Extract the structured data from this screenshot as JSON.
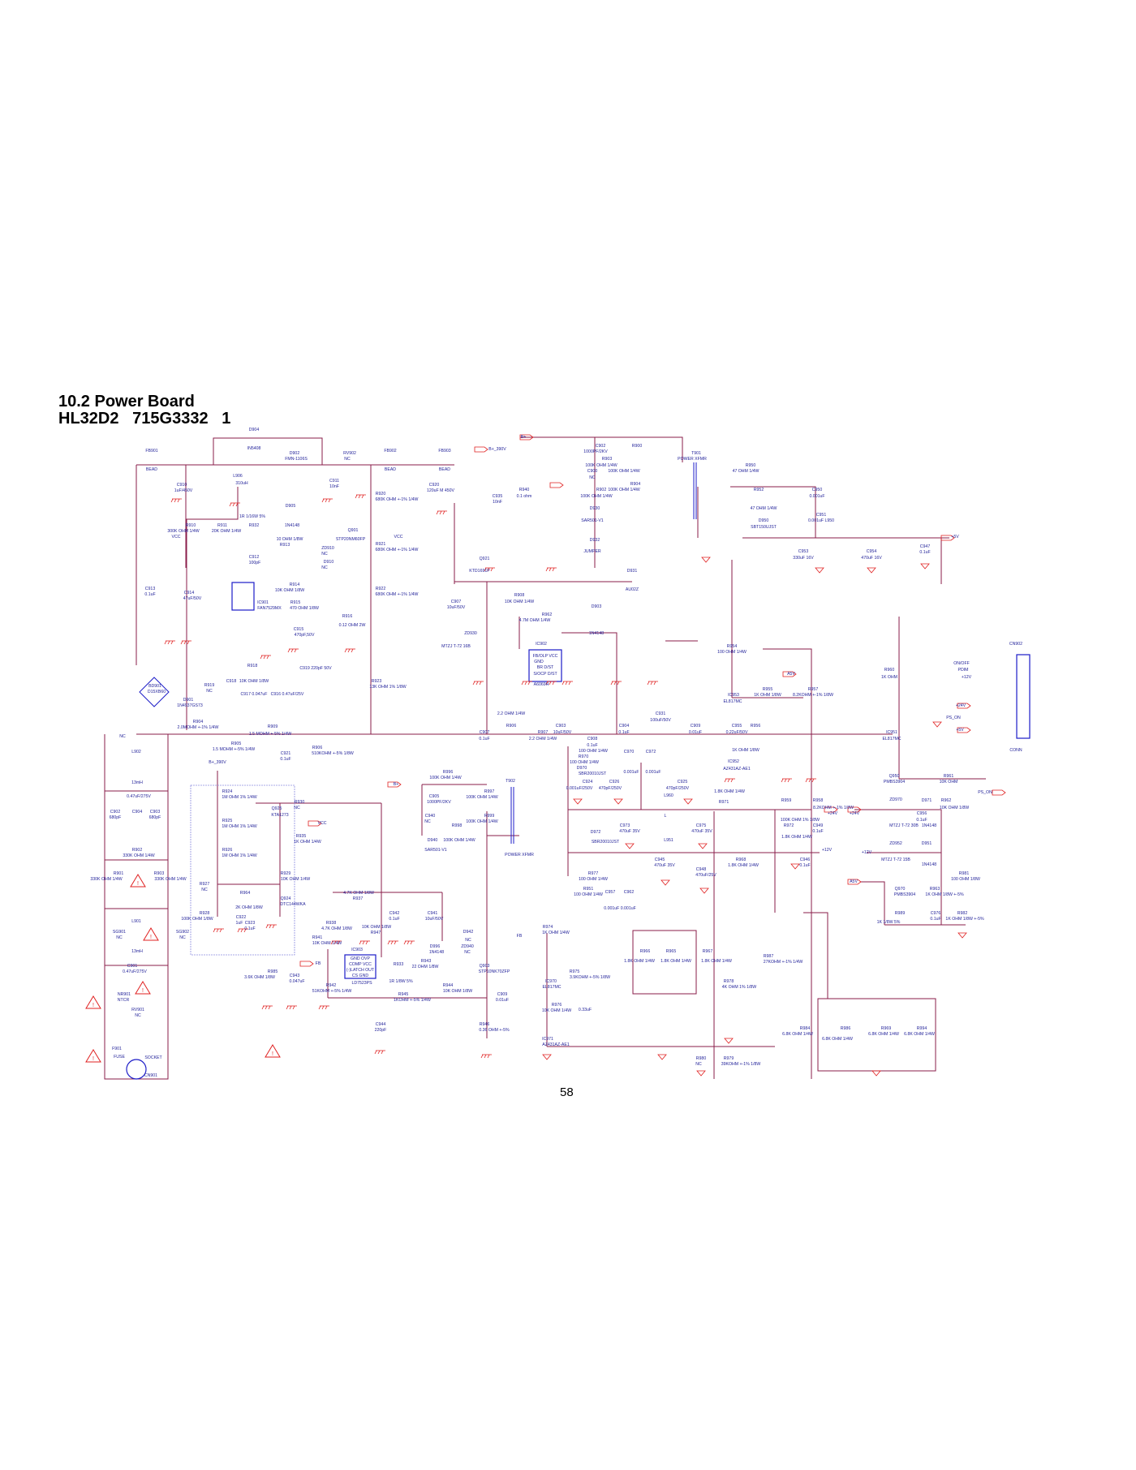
{
  "title": "10.2 Power Board",
  "subtitle": "HL32D2   715G3332   1",
  "page_number": "58",
  "colors": {
    "wire": "#8a1c4a",
    "component": "#1c1cc8",
    "label": "#23239a",
    "port": "#e02020"
  },
  "labels": [
    "D904",
    "IN5408",
    "FB901",
    "BEAD",
    "D902",
    "FMN-1106S",
    "RV902",
    "NC",
    "FB902",
    "BEAD",
    "FB903",
    "BEAD",
    "L906",
    "310uH",
    "C910",
    "1uF/450V",
    "C911",
    "10nF",
    "R920",
    "680K OHM +-1% 1/4W",
    "C920",
    "120uF M 450V",
    "D905",
    "1R 1/16W 5%",
    "R910",
    "300K OHM 1/4W",
    "VCC",
    "R911",
    "20K OHM 1/4W",
    "R932",
    "1N4148",
    "Q901",
    "STP20NM60FP",
    "10 OHM 1/8W",
    "R913",
    "VCC",
    "R921",
    "680K OHM +-1% 1/4W",
    "ZD910",
    "NC",
    "D910",
    "NC",
    "C912",
    "100pF",
    "R914",
    "10K OHM 1/8W",
    "R922",
    "680K OHM +-1% 1/4W",
    "C913",
    "0.1uF",
    "C914",
    "47uF/50V",
    "IC901",
    "FAN7529MX",
    "R915",
    "470 OHM 1/8W",
    "R916",
    "0.12 OHM 2W",
    "C915",
    "470pF,50V",
    "B+",
    "B+_390V",
    "C902",
    "1000PF/2KV",
    "R900",
    "R903",
    "100K OHM 1/4W",
    "100K OHM 1/4W",
    "C900",
    "NC",
    "R902",
    "100K OHM 1/4W",
    "R904",
    "100K OHM 1/4W",
    "C935",
    "10nF",
    "R940",
    "0.1 ohm",
    "D930",
    "SAR501-V1",
    "D932",
    "JUMPER",
    "T901",
    "POWER XFMR",
    "R950",
    "47 OHM 1/4W",
    "R952",
    "47 OHM 1/4W",
    "C950",
    "0.001uF",
    "C951",
    "0.001uF  L950",
    "D950",
    "SBT150UJST",
    "C953",
    "330uF 16V",
    "C954",
    "470uF 16V",
    "C947",
    "0.1uF",
    "+5V",
    "Q921",
    "KTD1691P",
    "D931",
    "AU02Z",
    "R908",
    "10K OHM 1/4W",
    "C907",
    "10uF/50V",
    "R962",
    "4.7M OHM 1/4W",
    "D903",
    "1N4148",
    "ZD930",
    "MTZJ T-72 16B",
    "IC902",
    "FB/OLP  VCC",
    "GND",
    "BR        D/ST",
    "S/OCP  D/ST",
    "A6069H",
    "R954",
    "100 OHM 1/4W",
    "CN902",
    "ON/OFF",
    "PDIM",
    "+12V",
    "R960",
    "1K OHM",
    "IC953",
    "EL817MC",
    "A5V",
    "R955",
    "1K OHM 1/8W",
    "R957",
    "8.2KOHM +-1% 1/8W",
    "+24V",
    "PS_ON",
    "+5V",
    "CONN",
    "2.2 OHM 1/4W",
    "C907",
    "0.1uF",
    "R906",
    "R907",
    "2.2 OHM 1/4W",
    "C903",
    "10uF/50V",
    "C908",
    "0.1uF",
    "C904",
    "0.1uF",
    "C931",
    "100uF/50V",
    "C909",
    "0.01uF",
    "C955",
    "0.22uF/50V",
    "R956",
    "1K OHM 1/8W",
    "IC951",
    "EL817MC",
    "IC952",
    "AZ431AZ-AE1",
    "C924",
    "0.001uF/250V",
    "C926",
    "470pF/250V",
    "C925",
    "470pF/250V",
    "Q950",
    "PMBS3904",
    "R961",
    "10K OHM",
    "PS_ON",
    "R962",
    "10K OHM 1/8W",
    "C956",
    "0.1uF",
    "R959",
    "100K OHM 1% 1/8W",
    "R958",
    "8.2KOHM +-1% 1/8W",
    "BD901",
    "D15XB60",
    "D901",
    "1N4937GS73",
    "R904",
    "2.0MOHM +-1% 1/4W",
    "R909",
    "R918",
    "10K OHM 1/8W",
    "R919",
    "NC",
    "C918",
    "C917 0.047uF",
    "C916 0.47uF/25V",
    "C919 220pF 50V",
    "R923",
    "13K OHM 1% 1/8W",
    "NC",
    "1.5 MOHM +-5% 1/4W",
    "R905",
    "1.5 MOHM +-5% 1/4W",
    "C921",
    "0.1uF",
    "R906",
    "510KOHM +-5% 1/8W",
    "B+_390V",
    "L902",
    "13mH",
    "0.47uF/275V",
    "C904",
    "C902",
    "680pF",
    "C903",
    "680pF",
    "R902",
    "330K OHM 1/4W",
    "R901",
    "330K OHM 1/4W",
    "R903",
    "330K OHM 1/4W",
    "L901",
    "13mH",
    "SG901",
    "NC",
    "SG902",
    "NC",
    "C901",
    "0.47uF/275V",
    "NR901",
    "NTCR",
    "RV901",
    "NC",
    "F901",
    "FUSE",
    "SOCKET",
    "CN901",
    "R924",
    "1M OHM 1% 1/4W",
    "R925",
    "1M OHM 1% 1/4W",
    "R926",
    "1M OHM 1% 1/4W",
    "R927",
    "NC",
    "R928",
    "100K OHM 1/8W",
    "R964",
    "2K OHM 1/8W",
    "C922",
    "1uF",
    "C923",
    "0.1uF",
    "Q925",
    "KTA1273",
    "R930",
    "NC",
    "VCC",
    "R935",
    "1K OHM 1/4W",
    "R929",
    "10K OHM 1/4W",
    "Q924",
    "DTC144WKA",
    "4.7K OHM 1/8W",
    "R937",
    "R938",
    "4.7K OHM 1/8W",
    "10K OHM 1/8W",
    "R947",
    "R941",
    "10K OHM 1/4W",
    "C942",
    "0.1uF",
    "C941",
    "10uF/50V",
    "IC903",
    "GND     OVP",
    "COMP    VCC",
    "(-)LATCH OUT",
    "CS      GND",
    "LD7523PS",
    "FB",
    "R985",
    "3.6K OHM 1/8W",
    "C943",
    "0.047uF",
    "R942",
    "51KOHM +-5% 1/4W",
    "R933",
    "1R 1/8W 5%",
    "R943",
    "22 OHM 1/8W",
    "D996",
    "1N4148",
    "D942",
    "NC",
    "ZD940",
    "NC",
    "Q903",
    "STP10NK70ZFP",
    "R944",
    "10K OHM 1/8W",
    "R945",
    "1KOHM +-5% 1/4W",
    "C944",
    "220pF",
    "R946",
    "0.36 OHM +-5%",
    "R996",
    "100K OHM 1/4W",
    "B+",
    "C905",
    "1000PF/2KV",
    "R997",
    "100K OHM 1/4W",
    "C940",
    "NC",
    "R999",
    "100K OHM 1/4W",
    "R998",
    "D940",
    "100K OHM 1/4W",
    "SAR501-V1",
    "T902",
    "POWER XFMR",
    "C909",
    "0.01uF",
    "FB",
    "100 OHM 1/4W",
    "R970",
    "100 OHM 1/4W",
    "D970",
    "SBR20010JST",
    "C970",
    "0.001uF",
    "C972",
    "0.001uF",
    "1.8K OHM 1/4W",
    "L960",
    "L",
    "R971",
    "+24V",
    "C949",
    "0.1uF",
    "ZD970",
    "MTZJ T-72 30B",
    "D971",
    "1N4148",
    "+24V",
    "C973",
    "470uF 35V",
    "C975",
    "470uF 35V",
    "R972",
    "1.8K OHM 1/4W",
    "D972",
    "SBR20010JST",
    "L951",
    "+12V",
    "+12V",
    "ZD952",
    "MTZJ T-72 15B",
    "D951",
    "1N4148",
    "R968",
    "1.8K OHM 1/4W",
    "C946",
    "0.1uF",
    "C945",
    "470uF 35V",
    "C948",
    "470uF/25V",
    "R977",
    "100 OHM 1/4W",
    "R951",
    "100 OHM 1/4W",
    "C957",
    "C962",
    "0.001uF 0.001uF",
    "A5V",
    "Q970",
    "PMBS3904",
    "R963",
    "1K OHM 1/8W +-5%",
    "R981",
    "100 OHM 1/8W",
    "R989",
    "1K 1/8W 5%",
    "C976",
    "0.1uF",
    "R982",
    "1K OHM 1/8W +-5%",
    "R974",
    "1K OHM 1/4W",
    "R975",
    "3.9KOHM +-5% 1/8W",
    "IC970",
    "EL817MC",
    "R976",
    "10K OHM 1/4W",
    "0.33uF",
    "IC971",
    "AZ431AZ-AE1",
    "R966",
    "1.8K OHM 1/4W",
    "R965",
    "1.8K OHM 1/4W",
    "R967",
    "1.8K OHM 1/4W",
    "R987",
    "27KOHM +-1% 1/4W",
    "R978",
    "4K OHM 1% 1/8W",
    "R984",
    "6.8K OHM 1/4W",
    "R986",
    "6.8K OHM 1/4W",
    "R969",
    "6.8K OHM 1/4W",
    "R994",
    "6.8K OHM 1/4W",
    "R980",
    "NC",
    "R979",
    "39KOHM +-1% 1/8W"
  ]
}
